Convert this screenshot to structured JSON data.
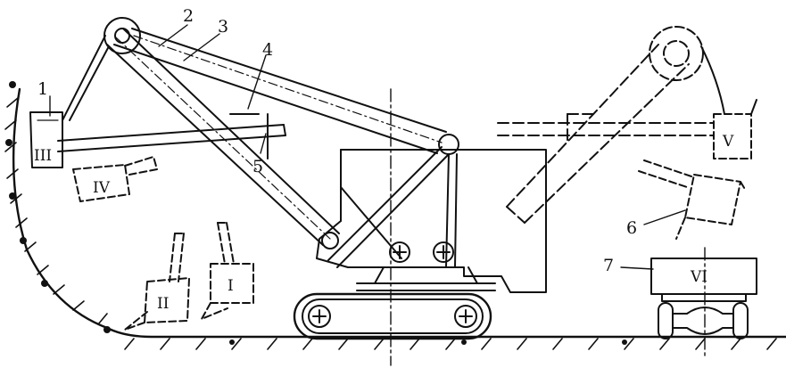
{
  "colors": {
    "ink": "#111111",
    "paper": "#ffffff"
  },
  "callouts": [
    "1",
    "2",
    "3",
    "4",
    "5",
    "6",
    "7"
  ],
  "positions": [
    "I",
    "II",
    "III",
    "IV",
    "V",
    "VI"
  ]
}
